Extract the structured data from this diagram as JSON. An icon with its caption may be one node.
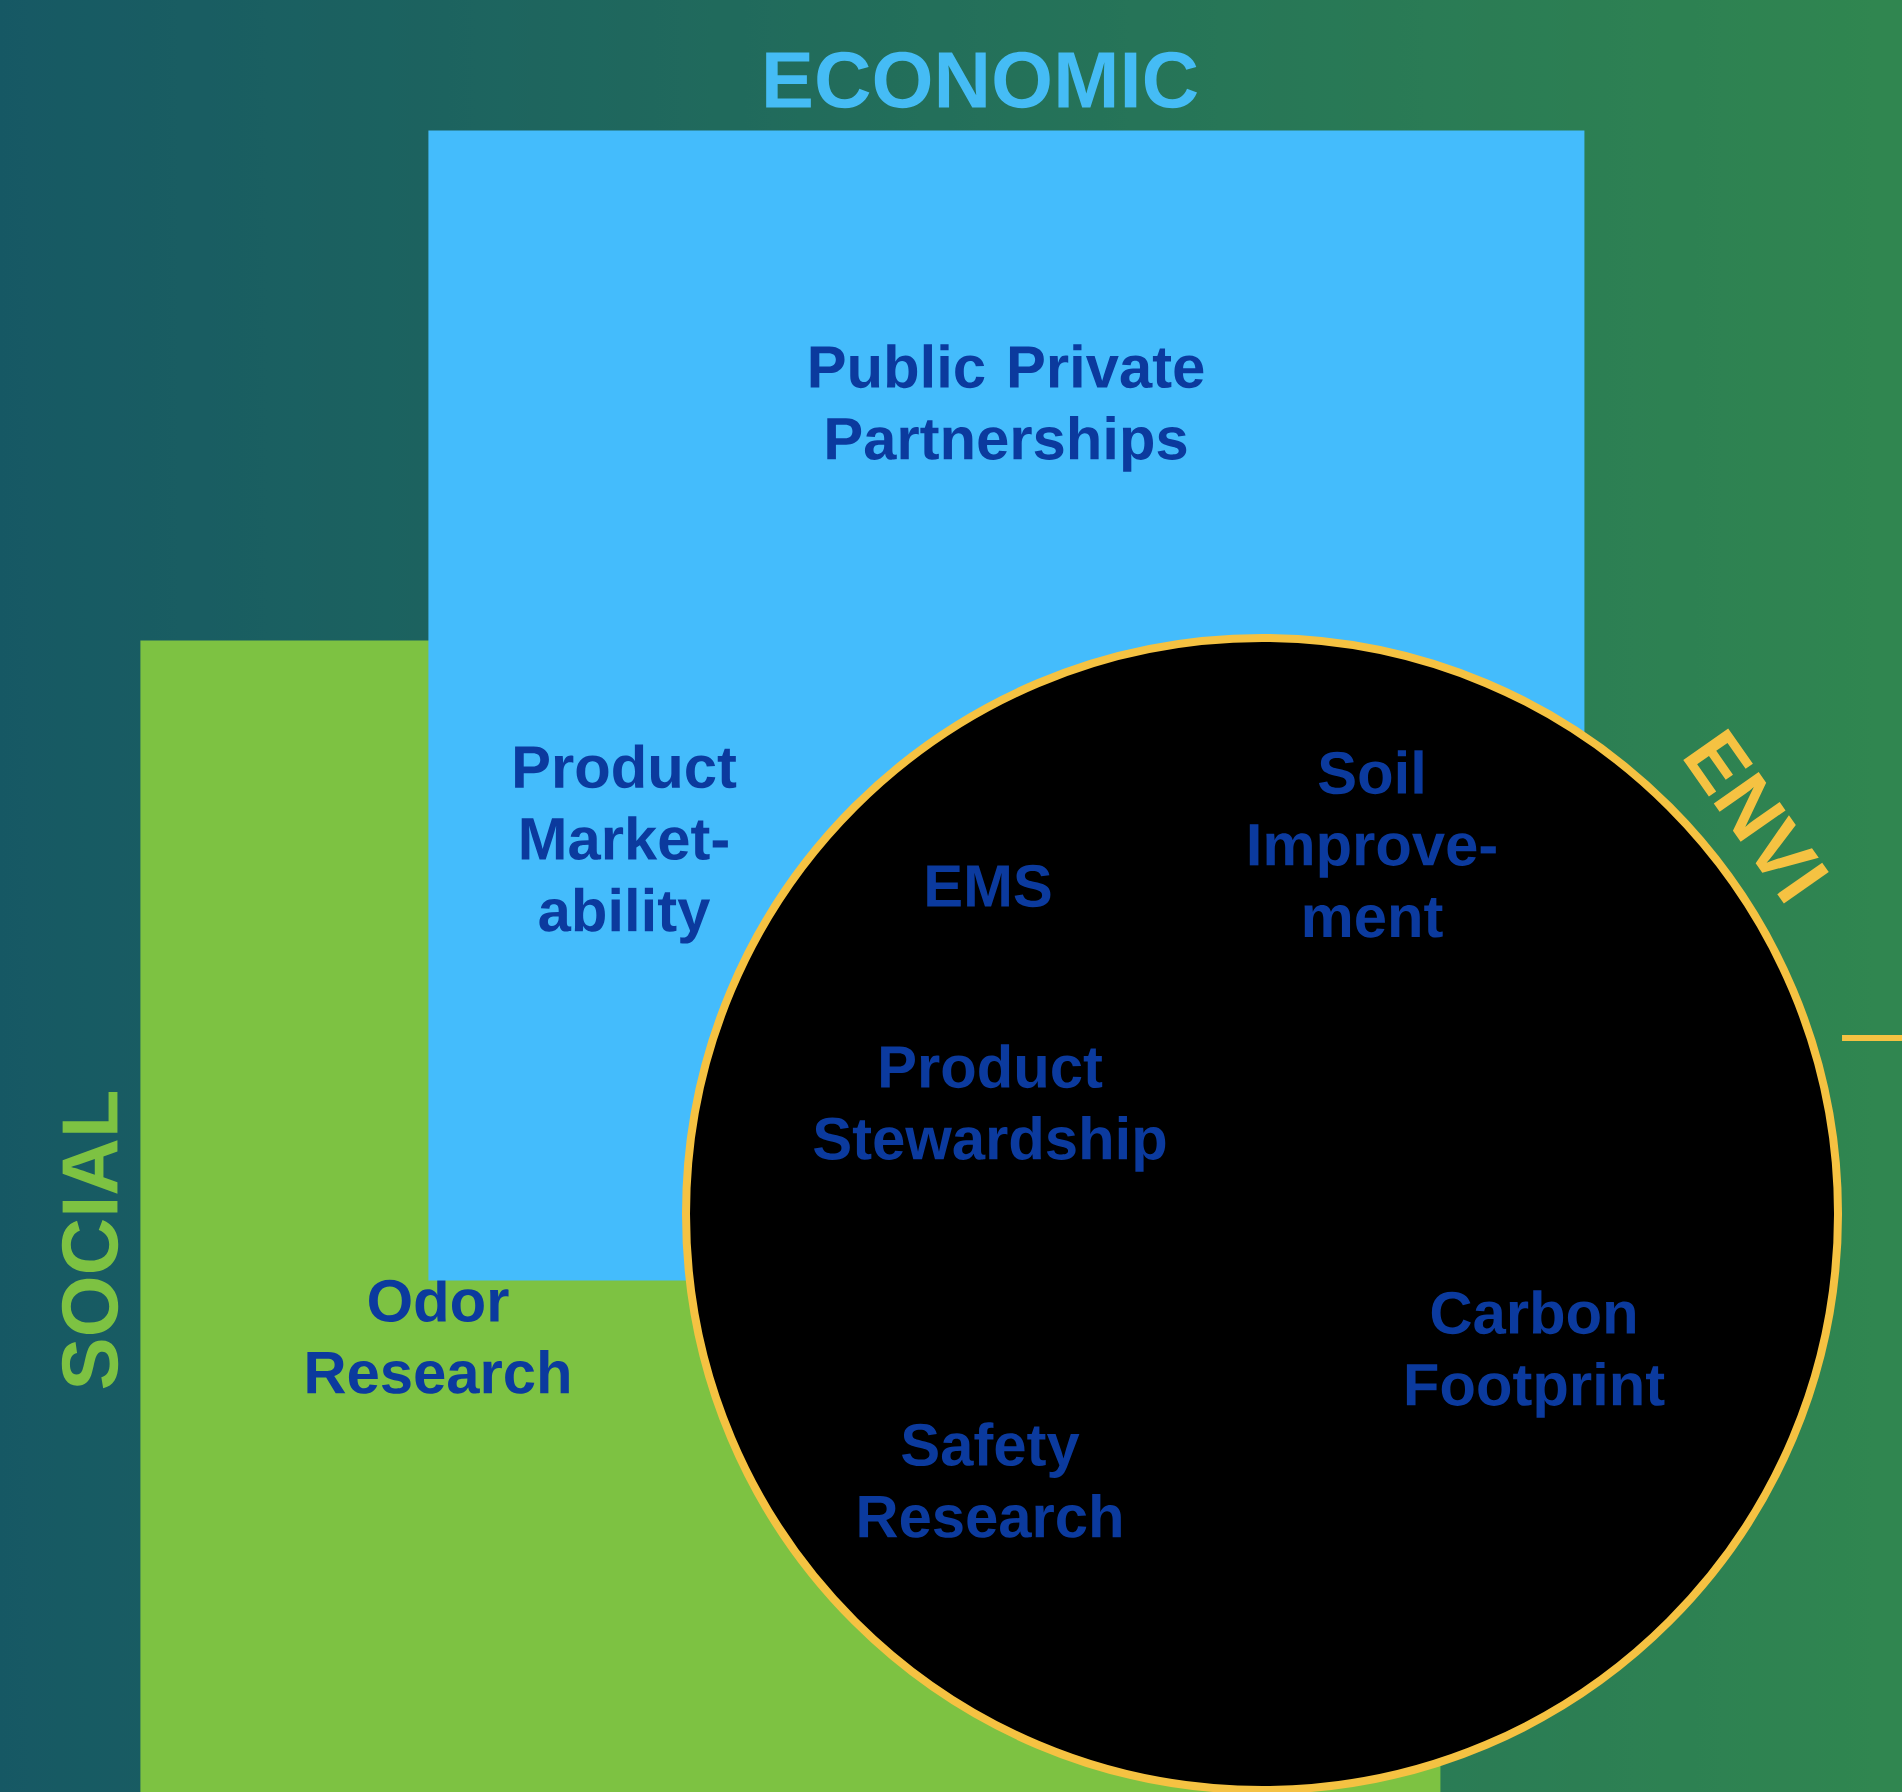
{
  "diagram": {
    "nodes": [
      {
        "text": [
          "Odor Research"
        ]
      },
      {
        "text": [
          "Public Private Partnerships",
          "Product Market-ability"
        ]
      },
      {
        "text": [
          "EMS",
          "Soil Improve-ment",
          "Product Stewardship",
          "Carbon Footprint",
          "Safety Research"
        ]
      }
    ],
    "labels": [
      "ECONOMIC",
      "ENVI",
      "SOCIAL"
    ]
  }
}
